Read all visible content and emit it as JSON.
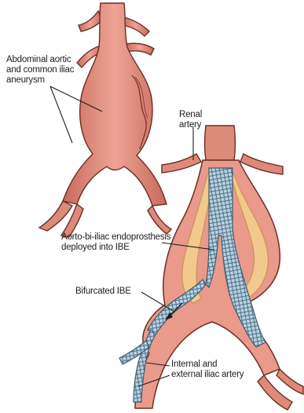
{
  "labels": {
    "aneurysm": "Abdominal aortic\nand common iliac\naneurysm",
    "renal": "Renal\nartery",
    "endoprosthesis": "Aorto-bi-iliac endoprosthesis\ndeployed into IBE",
    "bifurcated": "Bifurcated IBE",
    "iliac": "Internal and\nexternal iliac artery"
  },
  "colors": {
    "vessel": "#e28f7f",
    "vessel_dark": "#b8574a",
    "vessel_outline": "#6a2e24",
    "fat": "#f1c98c",
    "stent": "#a9c6d8",
    "stent_mesh": "#4f6f85"
  }
}
